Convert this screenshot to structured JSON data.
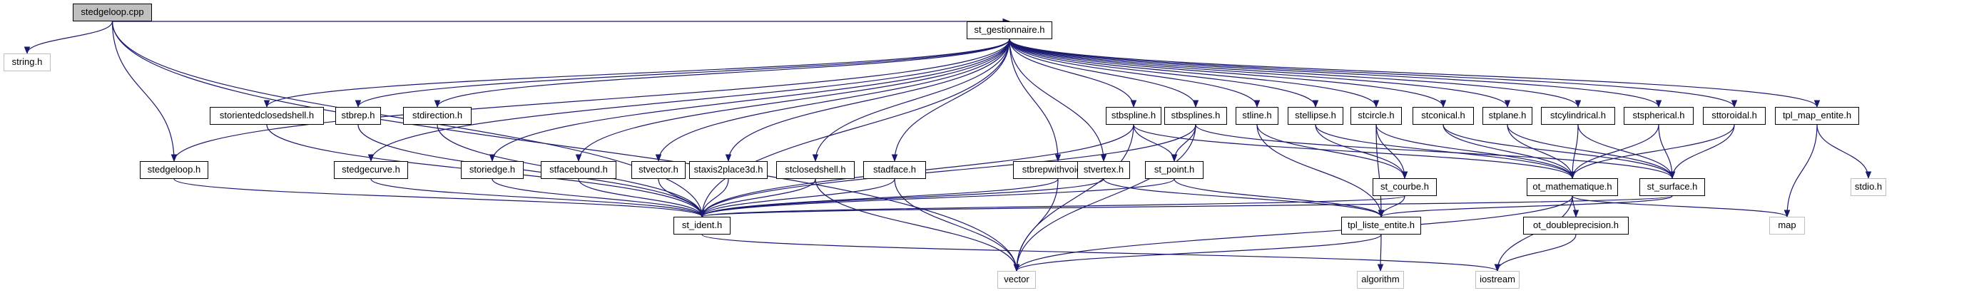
{
  "graph": {
    "type": "include-dependency-graph",
    "colors": {
      "edge": "#191970",
      "root_fill": "#bfbfbf",
      "external_border": "#bfbfbf",
      "node_border": "#000000"
    },
    "nodes": [
      {
        "id": "stedgeloop_cpp",
        "label": "stedgeloop.cpp",
        "kind": "root"
      },
      {
        "id": "string_h",
        "label": "string.h",
        "kind": "external"
      },
      {
        "id": "st_gestionnaire_h",
        "label": "st_gestionnaire.h",
        "kind": "header"
      },
      {
        "id": "storientedclosedshell_h",
        "label": "storientedclosedshell.h",
        "kind": "header"
      },
      {
        "id": "stbrep_h",
        "label": "stbrep.h",
        "kind": "header"
      },
      {
        "id": "stdirection_h",
        "label": "stdirection.h",
        "kind": "header"
      },
      {
        "id": "stbspline_h",
        "label": "stbspline.h",
        "kind": "header"
      },
      {
        "id": "stbsplines_h",
        "label": "stbsplines.h",
        "kind": "header"
      },
      {
        "id": "stline_h",
        "label": "stline.h",
        "kind": "header"
      },
      {
        "id": "stellipse_h",
        "label": "stellipse.h",
        "kind": "header"
      },
      {
        "id": "stcircle_h",
        "label": "stcircle.h",
        "kind": "header"
      },
      {
        "id": "stconical_h",
        "label": "stconical.h",
        "kind": "header"
      },
      {
        "id": "stplane_h",
        "label": "stplane.h",
        "kind": "header"
      },
      {
        "id": "stcylindrical_h",
        "label": "stcylindrical.h",
        "kind": "header"
      },
      {
        "id": "stspherical_h",
        "label": "stspherical.h",
        "kind": "header"
      },
      {
        "id": "sttoroidal_h",
        "label": "sttoroidal.h",
        "kind": "header"
      },
      {
        "id": "tpl_map_entite_h",
        "label": "tpl_map_entite.h",
        "kind": "header"
      },
      {
        "id": "stedgeloop_h",
        "label": "stedgeloop.h",
        "kind": "header"
      },
      {
        "id": "stedgecurve_h",
        "label": "stedgecurve.h",
        "kind": "header"
      },
      {
        "id": "storiedge_h",
        "label": "storiedge.h",
        "kind": "header"
      },
      {
        "id": "stfacebound_h",
        "label": "stfacebound.h",
        "kind": "header"
      },
      {
        "id": "stvector_h",
        "label": "stvector.h",
        "kind": "header"
      },
      {
        "id": "staxis2place3d_h",
        "label": "staxis2place3d.h",
        "kind": "header"
      },
      {
        "id": "stclosedshell_h",
        "label": "stclosedshell.h",
        "kind": "header"
      },
      {
        "id": "stadface_h",
        "label": "stadface.h",
        "kind": "header"
      },
      {
        "id": "stbrepwithvoids_h",
        "label": "stbrepwithvoids.h",
        "kind": "header"
      },
      {
        "id": "stvertex_h",
        "label": "stvertex.h",
        "kind": "header"
      },
      {
        "id": "st_point_h",
        "label": "st_point.h",
        "kind": "header"
      },
      {
        "id": "st_courbe_h",
        "label": "st_courbe.h",
        "kind": "header"
      },
      {
        "id": "ot_mathematique_h",
        "label": "ot_mathematique.h",
        "kind": "header"
      },
      {
        "id": "st_surface_h",
        "label": "st_surface.h",
        "kind": "header"
      },
      {
        "id": "stdio_h",
        "label": "stdio.h",
        "kind": "external"
      },
      {
        "id": "st_ident_h",
        "label": "st_ident.h",
        "kind": "header"
      },
      {
        "id": "tpl_liste_entite_h",
        "label": "tpl_liste_entite.h",
        "kind": "header"
      },
      {
        "id": "ot_doubleprecision_h",
        "label": "ot_doubleprecision.h",
        "kind": "header"
      },
      {
        "id": "map",
        "label": "map",
        "kind": "external"
      },
      {
        "id": "vector",
        "label": "vector",
        "kind": "external"
      },
      {
        "id": "algorithm",
        "label": "algorithm",
        "kind": "external"
      },
      {
        "id": "iostream",
        "label": "iostream",
        "kind": "external"
      }
    ],
    "edges": [
      [
        "stedgeloop_cpp",
        "string_h"
      ],
      [
        "stedgeloop_cpp",
        "st_gestionnaire_h"
      ],
      [
        "stedgeloop_cpp",
        "stedgeloop_h"
      ],
      [
        "stedgeloop_cpp",
        "st_ident_h"
      ],
      [
        "stedgeloop_cpp",
        "vector"
      ],
      [
        "st_gestionnaire_h",
        "storientedclosedshell_h"
      ],
      [
        "st_gestionnaire_h",
        "stbrep_h"
      ],
      [
        "st_gestionnaire_h",
        "stdirection_h"
      ],
      [
        "st_gestionnaire_h",
        "stbspline_h"
      ],
      [
        "st_gestionnaire_h",
        "stbsplines_h"
      ],
      [
        "st_gestionnaire_h",
        "stline_h"
      ],
      [
        "st_gestionnaire_h",
        "stellipse_h"
      ],
      [
        "st_gestionnaire_h",
        "stcircle_h"
      ],
      [
        "st_gestionnaire_h",
        "stconical_h"
      ],
      [
        "st_gestionnaire_h",
        "stplane_h"
      ],
      [
        "st_gestionnaire_h",
        "stcylindrical_h"
      ],
      [
        "st_gestionnaire_h",
        "stspherical_h"
      ],
      [
        "st_gestionnaire_h",
        "sttoroidal_h"
      ],
      [
        "st_gestionnaire_h",
        "tpl_map_entite_h"
      ],
      [
        "st_gestionnaire_h",
        "stedgeloop_h"
      ],
      [
        "st_gestionnaire_h",
        "stedgecurve_h"
      ],
      [
        "st_gestionnaire_h",
        "storiedge_h"
      ],
      [
        "st_gestionnaire_h",
        "stfacebound_h"
      ],
      [
        "st_gestionnaire_h",
        "stvector_h"
      ],
      [
        "st_gestionnaire_h",
        "staxis2place3d_h"
      ],
      [
        "st_gestionnaire_h",
        "stclosedshell_h"
      ],
      [
        "st_gestionnaire_h",
        "stadface_h"
      ],
      [
        "st_gestionnaire_h",
        "stbrepwithvoids_h"
      ],
      [
        "st_gestionnaire_h",
        "stvertex_h"
      ],
      [
        "st_gestionnaire_h",
        "st_ident_h"
      ],
      [
        "storientedclosedshell_h",
        "st_ident_h"
      ],
      [
        "stbrep_h",
        "st_ident_h"
      ],
      [
        "stdirection_h",
        "st_ident_h"
      ],
      [
        "stedgeloop_h",
        "st_ident_h"
      ],
      [
        "stedgecurve_h",
        "st_ident_h"
      ],
      [
        "storiedge_h",
        "st_ident_h"
      ],
      [
        "stfacebound_h",
        "st_ident_h"
      ],
      [
        "stvector_h",
        "st_ident_h"
      ],
      [
        "staxis2place3d_h",
        "st_ident_h"
      ],
      [
        "stclosedshell_h",
        "st_ident_h"
      ],
      [
        "stclosedshell_h",
        "vector"
      ],
      [
        "stadface_h",
        "st_ident_h"
      ],
      [
        "stadface_h",
        "vector"
      ],
      [
        "stbrepwithvoids_h",
        "st_ident_h"
      ],
      [
        "stbrepwithvoids_h",
        "vector"
      ],
      [
        "stvertex_h",
        "st_ident_h"
      ],
      [
        "stvertex_h",
        "tpl_liste_entite_h"
      ],
      [
        "stbspline_h",
        "st_point_h"
      ],
      [
        "stbspline_h",
        "ot_mathematique_h"
      ],
      [
        "stbspline_h",
        "vector"
      ],
      [
        "stbspline_h",
        "st_ident_h"
      ],
      [
        "stbsplines_h",
        "st_point_h"
      ],
      [
        "stbsplines_h",
        "st_surface_h"
      ],
      [
        "stbsplines_h",
        "vector"
      ],
      [
        "stbsplines_h",
        "st_ident_h"
      ],
      [
        "stline_h",
        "st_courbe_h"
      ],
      [
        "stline_h",
        "tpl_liste_entite_h"
      ],
      [
        "stellipse_h",
        "st_courbe_h"
      ],
      [
        "stellipse_h",
        "ot_mathematique_h"
      ],
      [
        "stcircle_h",
        "st_courbe_h"
      ],
      [
        "stcircle_h",
        "ot_mathematique_h"
      ],
      [
        "stcircle_h",
        "tpl_liste_entite_h"
      ],
      [
        "stconical_h",
        "st_surface_h"
      ],
      [
        "stconical_h",
        "ot_mathematique_h"
      ],
      [
        "stplane_h",
        "st_surface_h"
      ],
      [
        "stplane_h",
        "ot_mathematique_h"
      ],
      [
        "stcylindrical_h",
        "st_surface_h"
      ],
      [
        "stcylindrical_h",
        "ot_mathematique_h"
      ],
      [
        "stspherical_h",
        "st_surface_h"
      ],
      [
        "stspherical_h",
        "ot_mathematique_h"
      ],
      [
        "sttoroidal_h",
        "st_surface_h"
      ],
      [
        "sttoroidal_h",
        "ot_mathematique_h"
      ],
      [
        "tpl_map_entite_h",
        "stdio_h"
      ],
      [
        "tpl_map_entite_h",
        "map"
      ],
      [
        "st_point_h",
        "st_ident_h"
      ],
      [
        "st_point_h",
        "tpl_liste_entite_h"
      ],
      [
        "st_courbe_h",
        "st_ident_h"
      ],
      [
        "st_courbe_h",
        "tpl_liste_entite_h"
      ],
      [
        "st_surface_h",
        "st_ident_h"
      ],
      [
        "st_surface_h",
        "tpl_liste_entite_h"
      ],
      [
        "ot_mathematique_h",
        "ot_doubleprecision_h"
      ],
      [
        "ot_mathematique_h",
        "map"
      ],
      [
        "ot_mathematique_h",
        "iostream"
      ],
      [
        "ot_mathematique_h",
        "vector"
      ],
      [
        "ot_doubleprecision_h",
        "iostream"
      ],
      [
        "st_ident_h",
        "iostream"
      ],
      [
        "tpl_liste_entite_h",
        "vector"
      ],
      [
        "tpl_liste_entite_h",
        "algorithm"
      ]
    ]
  }
}
